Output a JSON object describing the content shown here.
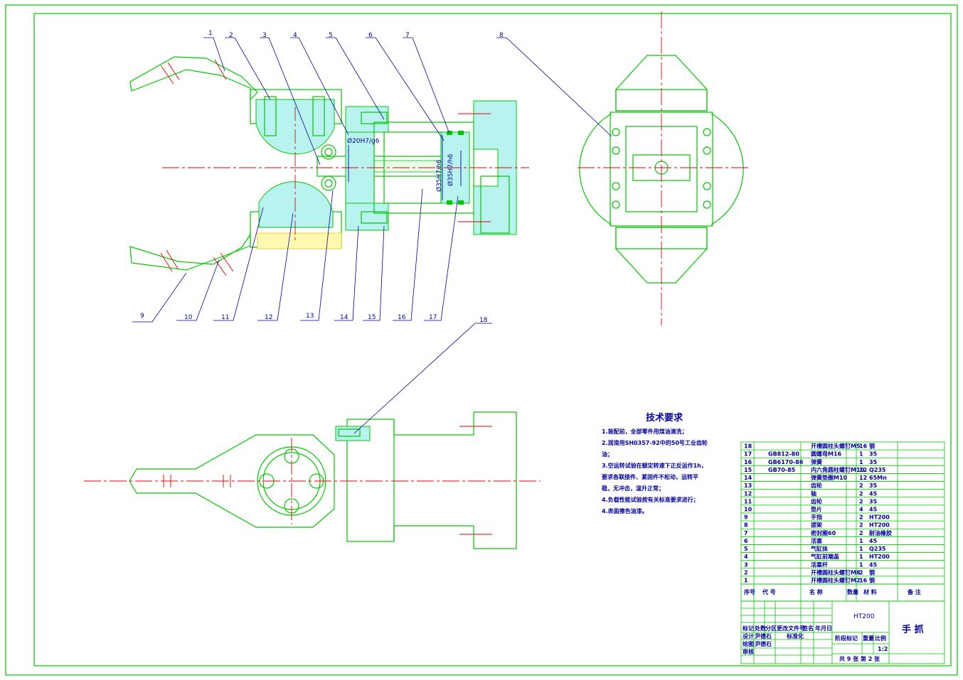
{
  "drawing": {
    "title_name": "手 抓",
    "material": "HT200",
    "scale": "1:2",
    "sheet_count_text": "共 9 张   第 2 张"
  },
  "balloons": [
    "1",
    "2",
    "3",
    "4",
    "5",
    "6",
    "7",
    "8",
    "9",
    "10",
    "11",
    "12",
    "13",
    "14",
    "15",
    "16",
    "17",
    "18"
  ],
  "dimensions": {
    "d1": "Ø20H7/g6",
    "d2": "Ø35H7/h6",
    "d3": "Ø35H7/h6"
  },
  "tech_requirements": {
    "heading": "技术要求",
    "lines": [
      "1.装配前，全部零件用煤油清洗；",
      "2.润滑用SH0357-92中的50号工业齿轮",
      "油；",
      "3.空运转试验在额定转速下正反运作1h，",
      "要求各联接件、紧固件不松动，运转平",
      "稳，无冲击，温升正常；",
      "4.负载性能试验按有关标准要求进行；",
      "4.表面擦色油漆。"
    ]
  },
  "bom": {
    "rows": [
      {
        "no": "18",
        "code": "",
        "name": "开槽圆柱头螺钉M5",
        "qty": "16",
        "mat": "钢",
        "note": ""
      },
      {
        "no": "17",
        "code": "GB812-80",
        "name": "圆螺母M16",
        "qty": "1",
        "mat": "35",
        "note": ""
      },
      {
        "no": "16",
        "code": "GB6170-86",
        "name": "弹簧",
        "qty": "1",
        "mat": "35",
        "note": ""
      },
      {
        "no": "15",
        "code": "GB70-85",
        "name": "内六角圆柱螺钉M10",
        "qty": "12",
        "mat": "Q235",
        "note": ""
      },
      {
        "no": "14",
        "code": "",
        "name": "弹簧垫圈M10",
        "qty": "12",
        "mat": "65Mn",
        "note": ""
      },
      {
        "no": "13",
        "code": "",
        "name": "齿轮",
        "qty": "2",
        "mat": "35",
        "note": ""
      },
      {
        "no": "12",
        "code": "",
        "name": "轴",
        "qty": "2",
        "mat": "45",
        "note": ""
      },
      {
        "no": "11",
        "code": "",
        "name": "齿轮",
        "qty": "2",
        "mat": "35",
        "note": ""
      },
      {
        "no": "10",
        "code": "",
        "name": "垫片",
        "qty": "4",
        "mat": "45",
        "note": ""
      },
      {
        "no": "9",
        "code": "",
        "name": "手指",
        "qty": "2",
        "mat": "HT200",
        "note": ""
      },
      {
        "no": "8",
        "code": "",
        "name": "拔架",
        "qty": "2",
        "mat": "HT200",
        "note": ""
      },
      {
        "no": "7",
        "code": "",
        "name": "密封圈60",
        "qty": "2",
        "mat": "耐油橡胶",
        "note": ""
      },
      {
        "no": "6",
        "code": "",
        "name": "活塞",
        "qty": "1",
        "mat": "45",
        "note": ""
      },
      {
        "no": "5",
        "code": "",
        "name": "气缸体",
        "qty": "1",
        "mat": "Q235",
        "note": ""
      },
      {
        "no": "4",
        "code": "",
        "name": "气缸前端盖",
        "qty": "1",
        "mat": "HT200",
        "note": ""
      },
      {
        "no": "3",
        "code": "",
        "name": "活塞杆",
        "qty": "1",
        "mat": "45",
        "note": ""
      },
      {
        "no": "2",
        "code": "",
        "name": "开槽圆柱头螺钉M8",
        "qty": "2",
        "mat": "钢",
        "note": ""
      },
      {
        "no": "1",
        "code": "",
        "name": "开槽圆柱头螺钉M2",
        "qty": "16",
        "mat": "钢",
        "note": ""
      }
    ],
    "headers": {
      "no": "序号",
      "code": "代    号",
      "name": "名    称",
      "qty": "数量",
      "mat": "材    料",
      "note": "备    注"
    }
  },
  "title_block": {
    "labels": {
      "mark": "标记",
      "count": "处数",
      "zone": "分区",
      "doc": "更改文件号",
      "sign": "签名",
      "date": "年月日",
      "design": "设计",
      "std": "标准化",
      "draw": "绘图",
      "check": "审核",
      "stage": "阶段标记",
      "weight": "重量",
      "ratio": "比例"
    },
    "names": {
      "designer": "尹德石",
      "drafter": "尹德石"
    }
  },
  "colors": {
    "outline": "#00c800",
    "centerline": "#e00000",
    "hatch": "#b9f3ef",
    "text": "#0000a0"
  }
}
